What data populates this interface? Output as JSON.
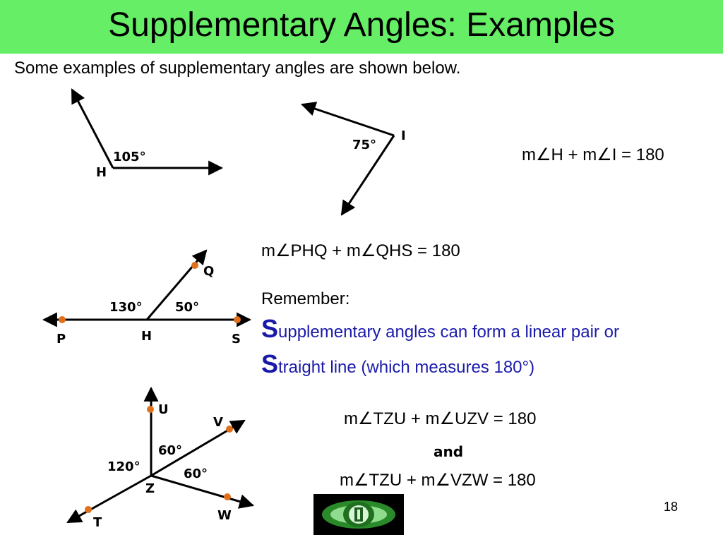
{
  "slide": {
    "title": "Supplementary Angles: Examples",
    "intro": "Some examples of supplementary angles are shown below.",
    "page_number": "18"
  },
  "example1": {
    "angle_h_value": "105°",
    "angle_h_label": "H",
    "angle_i_value": "75°",
    "angle_i_label": "I",
    "equation": "m∠H + m∠I = 180"
  },
  "example2": {
    "angle_phq_value": "130°",
    "angle_qhs_value": "50°",
    "labels": {
      "p": "P",
      "h": "H",
      "s": "S",
      "q": "Q"
    },
    "equation": "m∠PHQ + m∠QHS = 180"
  },
  "remember": {
    "label": "Remember:",
    "line1_initial": "S",
    "line1_rest": "upplementary angles can form a linear pair or",
    "line2_initial": "S",
    "line2_rest": "traight line (which measures 180°)"
  },
  "example3": {
    "angle_tzu_value": "120°",
    "angle_uzv_value": "60°",
    "angle_vzw_value": "60°",
    "labels": {
      "u": "U",
      "v": "V",
      "z": "Z",
      "t": "T",
      "w": "W"
    },
    "equation1": "m∠TZU + m∠UZV = 180",
    "connector": "and",
    "equation2": "m∠TZU + m∠VZW = 180"
  },
  "colors": {
    "title_bar": "#66ee66",
    "remember_text": "#1a1aaa",
    "point_marker": "#e0701a",
    "logo_green": "#33aa33"
  },
  "icons": {
    "logo": "eye-logo-icon"
  }
}
